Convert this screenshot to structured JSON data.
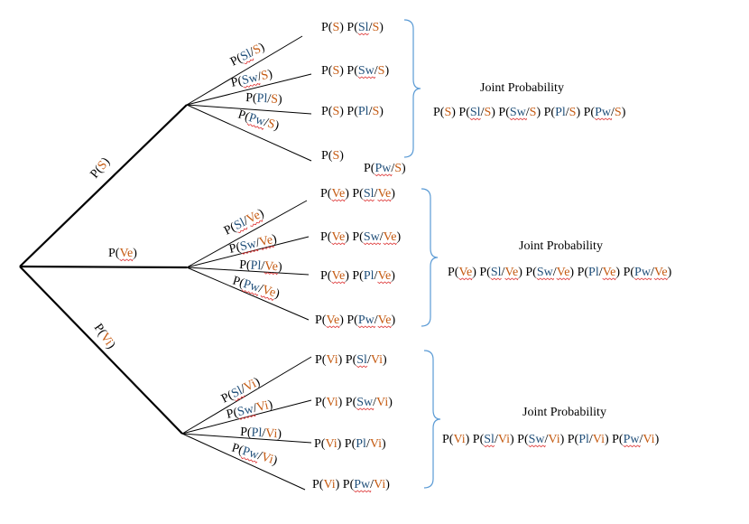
{
  "colors": {
    "ink": "#000000",
    "orange": "#c55a11",
    "blue": "#1f4e79",
    "brace": "#5b9bd5",
    "spell": "#d33333"
  },
  "root_branches": {
    "S": [
      {
        "t": "P("
      },
      {
        "t": "S",
        "c": "o"
      },
      {
        "t": ")"
      }
    ],
    "Ve": [
      {
        "t": "P("
      },
      {
        "t": "Ve",
        "c": "o",
        "sq": true
      },
      {
        "t": ")"
      }
    ],
    "Vi": [
      {
        "t": "P("
      },
      {
        "t": "Vi",
        "c": "o"
      },
      {
        "t": ")"
      }
    ]
  },
  "groups": {
    "S": {
      "branch_labels": [
        [
          {
            "t": "P("
          },
          {
            "t": "Sl",
            "c": "b",
            "sq": true
          },
          {
            "t": "/"
          },
          {
            "t": "S",
            "c": "o"
          },
          {
            "t": ")"
          }
        ],
        [
          {
            "t": "P("
          },
          {
            "t": "Sw",
            "c": "b",
            "sq": true
          },
          {
            "t": "/"
          },
          {
            "t": "S",
            "c": "o"
          },
          {
            "t": ")"
          }
        ],
        [
          {
            "t": "P("
          },
          {
            "t": "Pl",
            "c": "b"
          },
          {
            "t": "/"
          },
          {
            "t": "S",
            "c": "o"
          },
          {
            "t": ")"
          }
        ],
        [
          {
            "t": "P("
          },
          {
            "t": "Pw",
            "c": "b",
            "sq": true
          },
          {
            "t": "/"
          },
          {
            "t": "S",
            "c": "o"
          },
          {
            "t": ")"
          }
        ]
      ],
      "leaves": [
        [
          {
            "t": "P("
          },
          {
            "t": "S",
            "c": "o"
          },
          {
            "t": ") P("
          },
          {
            "t": "Sl",
            "c": "b",
            "sq": true
          },
          {
            "t": "/"
          },
          {
            "t": "S",
            "c": "o"
          },
          {
            "t": ")"
          }
        ],
        [
          {
            "t": "P("
          },
          {
            "t": "S",
            "c": "o"
          },
          {
            "t": ") P("
          },
          {
            "t": "Sw",
            "c": "b",
            "sq": true
          },
          {
            "t": "/"
          },
          {
            "t": "S",
            "c": "o"
          },
          {
            "t": ")"
          }
        ],
        [
          {
            "t": "P("
          },
          {
            "t": "S",
            "c": "o"
          },
          {
            "t": ") P("
          },
          {
            "t": "Pl",
            "c": "b"
          },
          {
            "t": "/"
          },
          {
            "t": "S",
            "c": "o"
          },
          {
            "t": ")"
          }
        ],
        [
          {
            "t": "P("
          },
          {
            "t": "S",
            "c": "o"
          },
          {
            "t": ")"
          }
        ]
      ],
      "extra": [
        {
          "t": "P("
        },
        {
          "t": "Pw",
          "c": "b",
          "sq": true
        },
        {
          "t": "/"
        },
        {
          "t": "S",
          "c": "o"
        },
        {
          "t": ")"
        }
      ],
      "joint_title": "Joint Probability",
      "joint_formula": [
        {
          "t": "P("
        },
        {
          "t": "S",
          "c": "o"
        },
        {
          "t": ") P("
        },
        {
          "t": "Sl",
          "c": "b",
          "sq": true
        },
        {
          "t": "/"
        },
        {
          "t": "S",
          "c": "o"
        },
        {
          "t": ") P("
        },
        {
          "t": "Sw",
          "c": "b",
          "sq": true
        },
        {
          "t": "/"
        },
        {
          "t": "S",
          "c": "o"
        },
        {
          "t": ") P("
        },
        {
          "t": "Pl",
          "c": "b"
        },
        {
          "t": "/"
        },
        {
          "t": "S",
          "c": "o"
        },
        {
          "t": ") P("
        },
        {
          "t": "Pw",
          "c": "b",
          "sq": true
        },
        {
          "t": "/"
        },
        {
          "t": "S",
          "c": "o"
        },
        {
          "t": ")"
        }
      ]
    },
    "Ve": {
      "branch_labels": [
        [
          {
            "t": "P("
          },
          {
            "t": "Sl",
            "c": "b",
            "sq": true
          },
          {
            "t": "/"
          },
          {
            "t": "Ve",
            "c": "o",
            "sq": true
          },
          {
            "t": ")"
          }
        ],
        [
          {
            "t": "P("
          },
          {
            "t": "Sw",
            "c": "b",
            "sq": true
          },
          {
            "t": "/"
          },
          {
            "t": "Ve",
            "c": "o",
            "sq": true
          },
          {
            "t": ")"
          }
        ],
        [
          {
            "t": "P("
          },
          {
            "t": "Pl",
            "c": "b"
          },
          {
            "t": "/"
          },
          {
            "t": "Ve",
            "c": "o",
            "sq": true
          },
          {
            "t": ")"
          }
        ],
        [
          {
            "t": "P("
          },
          {
            "t": "Pw",
            "c": "b",
            "sq": true
          },
          {
            "t": "/"
          },
          {
            "t": "Ve",
            "c": "o",
            "sq": true
          },
          {
            "t": ")"
          }
        ]
      ],
      "leaves": [
        [
          {
            "t": "P("
          },
          {
            "t": "Ve",
            "c": "o",
            "sq": true
          },
          {
            "t": ") P("
          },
          {
            "t": "Sl",
            "c": "b",
            "sq": true
          },
          {
            "t": "/"
          },
          {
            "t": "Ve",
            "c": "o",
            "sq": true
          },
          {
            "t": ")"
          }
        ],
        [
          {
            "t": "P("
          },
          {
            "t": "Ve",
            "c": "o",
            "sq": true
          },
          {
            "t": ") P("
          },
          {
            "t": "Sw",
            "c": "b",
            "sq": true
          },
          {
            "t": "/"
          },
          {
            "t": "Ve",
            "c": "o",
            "sq": true
          },
          {
            "t": ")"
          }
        ],
        [
          {
            "t": "P("
          },
          {
            "t": "Ve",
            "c": "o",
            "sq": true
          },
          {
            "t": ") P("
          },
          {
            "t": "Pl",
            "c": "b"
          },
          {
            "t": "/"
          },
          {
            "t": "Ve",
            "c": "o",
            "sq": true
          },
          {
            "t": ")"
          }
        ],
        [
          {
            "t": "P("
          },
          {
            "t": "Ve",
            "c": "o",
            "sq": true
          },
          {
            "t": ") P("
          },
          {
            "t": "Pw",
            "c": "b",
            "sq": true
          },
          {
            "t": "/"
          },
          {
            "t": "Ve",
            "c": "o",
            "sq": true
          },
          {
            "t": ")"
          }
        ]
      ],
      "joint_title": "Joint Probability",
      "joint_formula": [
        {
          "t": "P("
        },
        {
          "t": "Ve",
          "c": "o",
          "sq": true
        },
        {
          "t": ") P("
        },
        {
          "t": "Sl",
          "c": "b",
          "sq": true
        },
        {
          "t": "/"
        },
        {
          "t": "Ve",
          "c": "o",
          "sq": true
        },
        {
          "t": ") P("
        },
        {
          "t": "Sw",
          "c": "b",
          "sq": true
        },
        {
          "t": "/"
        },
        {
          "t": "Ve",
          "c": "o",
          "sq": true
        },
        {
          "t": ") P("
        },
        {
          "t": "Pl",
          "c": "b"
        },
        {
          "t": "/"
        },
        {
          "t": "Ve",
          "c": "o",
          "sq": true
        },
        {
          "t": ") P("
        },
        {
          "t": "Pw",
          "c": "b",
          "sq": true
        },
        {
          "t": "/"
        },
        {
          "t": "Ve",
          "c": "o",
          "sq": true
        },
        {
          "t": ")"
        }
      ]
    },
    "Vi": {
      "branch_labels": [
        [
          {
            "t": "P("
          },
          {
            "t": "Sl",
            "c": "b",
            "sq": true
          },
          {
            "t": "/"
          },
          {
            "t": "Vi",
            "c": "o"
          },
          {
            "t": ")"
          }
        ],
        [
          {
            "t": "P("
          },
          {
            "t": "Sw",
            "c": "b",
            "sq": true
          },
          {
            "t": "/"
          },
          {
            "t": "Vi",
            "c": "o"
          },
          {
            "t": ")"
          }
        ],
        [
          {
            "t": "P("
          },
          {
            "t": "Pl",
            "c": "b"
          },
          {
            "t": "/"
          },
          {
            "t": "Vi",
            "c": "o"
          },
          {
            "t": ")"
          }
        ],
        [
          {
            "t": "P("
          },
          {
            "t": "Pw",
            "c": "b",
            "sq": true
          },
          {
            "t": "/"
          },
          {
            "t": "Vi",
            "c": "o"
          },
          {
            "t": ")"
          }
        ]
      ],
      "leaves": [
        [
          {
            "t": "P("
          },
          {
            "t": "Vi",
            "c": "o"
          },
          {
            "t": ") P("
          },
          {
            "t": "Sl",
            "c": "b",
            "sq": true
          },
          {
            "t": "/"
          },
          {
            "t": "Vi",
            "c": "o"
          },
          {
            "t": ")"
          }
        ],
        [
          {
            "t": "P("
          },
          {
            "t": "Vi",
            "c": "o"
          },
          {
            "t": ") P("
          },
          {
            "t": "Sw",
            "c": "b",
            "sq": true
          },
          {
            "t": "/"
          },
          {
            "t": "Vi",
            "c": "o"
          },
          {
            "t": ")"
          }
        ],
        [
          {
            "t": "P("
          },
          {
            "t": "Vi",
            "c": "o"
          },
          {
            "t": ") P("
          },
          {
            "t": "Pl",
            "c": "b"
          },
          {
            "t": "/"
          },
          {
            "t": "Vi",
            "c": "o"
          },
          {
            "t": ")"
          }
        ],
        [
          {
            "t": "P("
          },
          {
            "t": "Vi",
            "c": "o"
          },
          {
            "t": ") P("
          },
          {
            "t": "Pw",
            "c": "b",
            "sq": true
          },
          {
            "t": "/"
          },
          {
            "t": "Vi",
            "c": "o"
          },
          {
            "t": ")"
          }
        ]
      ],
      "joint_title": "Joint Probability",
      "joint_formula": [
        {
          "t": "P("
        },
        {
          "t": "Vi",
          "c": "o"
        },
        {
          "t": ") P("
        },
        {
          "t": "Sl",
          "c": "b",
          "sq": true
        },
        {
          "t": "/"
        },
        {
          "t": "Vi",
          "c": "o"
        },
        {
          "t": ") P("
        },
        {
          "t": "Sw",
          "c": "b",
          "sq": true
        },
        {
          "t": "/"
        },
        {
          "t": "Vi",
          "c": "o"
        },
        {
          "t": ") P("
        },
        {
          "t": "Pl",
          "c": "b"
        },
        {
          "t": "/"
        },
        {
          "t": "Vi",
          "c": "o"
        },
        {
          "t": ") P("
        },
        {
          "t": "Pw",
          "c": "b",
          "sq": true
        },
        {
          "t": "/"
        },
        {
          "t": "Vi",
          "c": "o"
        },
        {
          "t": ")"
        }
      ]
    }
  }
}
